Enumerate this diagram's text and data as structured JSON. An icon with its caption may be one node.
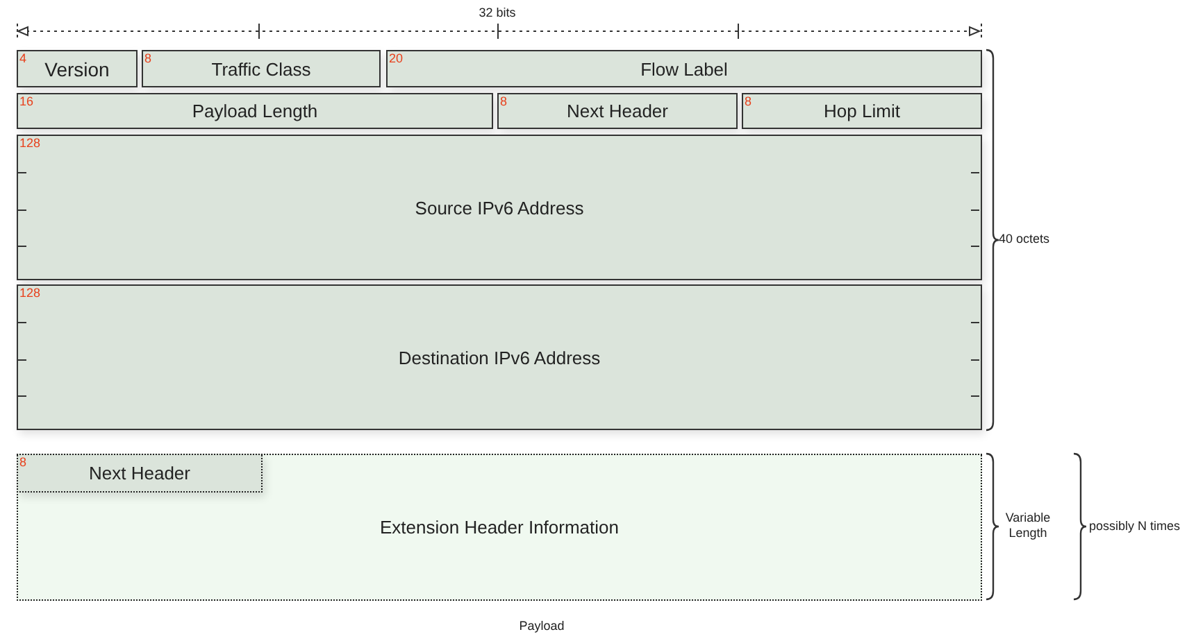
{
  "diagram": {
    "nodes": [
      {
        "text": [
          "4",
          "Version"
        ]
      },
      {
        "text": [
          "8",
          "Traffic Class"
        ]
      },
      {
        "text": [
          "20",
          "Flow Label"
        ]
      },
      {
        "text": [
          "16",
          "Payload Length"
        ]
      },
      {
        "text": [
          "8",
          "Next Header"
        ]
      },
      {
        "text": [
          "8",
          "Hop Limit"
        ]
      },
      {
        "text": [
          "128",
          "Source IPv6 Address"
        ]
      },
      {
        "text": [
          "128",
          "Destination IPv6 Address"
        ]
      },
      {
        "text": [
          "Extension Header Information"
        ]
      },
      {
        "text": [
          "8",
          "Next Header"
        ],
        "in": 8
      }
    ],
    "edges": [],
    "labels": [
      "32 bits",
      "40 octets",
      "Variable Length",
      "possibly N times",
      "Payload"
    ]
  }
}
